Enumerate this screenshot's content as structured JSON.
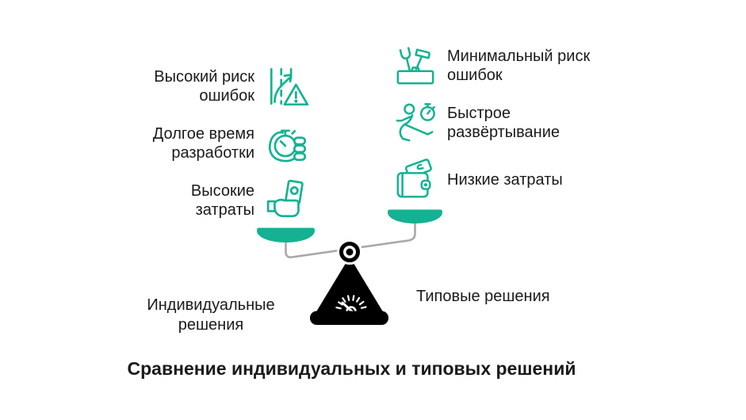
{
  "colors": {
    "accent": "#13B293",
    "text": "#1A1A1A",
    "beam_gray": "#A8A8A8",
    "scale_black": "#000000",
    "background": "#FFFFFF"
  },
  "title": "Сравнение индивидуальных и типовых решений",
  "left_side": {
    "label": "Индивидуальные\nрешения",
    "items": [
      {
        "text": "Высокий риск\nошибок",
        "icon": "risk-road-warning-icon"
      },
      {
        "text": "Долгое время\nразработки",
        "icon": "stopwatch-in-hand-icon"
      },
      {
        "text": "Высокие\nзатраты",
        "icon": "money-in-hand-icon"
      }
    ]
  },
  "right_side": {
    "label": "Типовые решения",
    "items": [
      {
        "text": "Минимальный риск\nошибок",
        "icon": "toolbox-icon"
      },
      {
        "text": "Быстрое\nразвёртывание",
        "icon": "running-person-stopwatch-icon"
      },
      {
        "text": "Низкие затраты",
        "icon": "wallet-money-icon"
      }
    ]
  }
}
